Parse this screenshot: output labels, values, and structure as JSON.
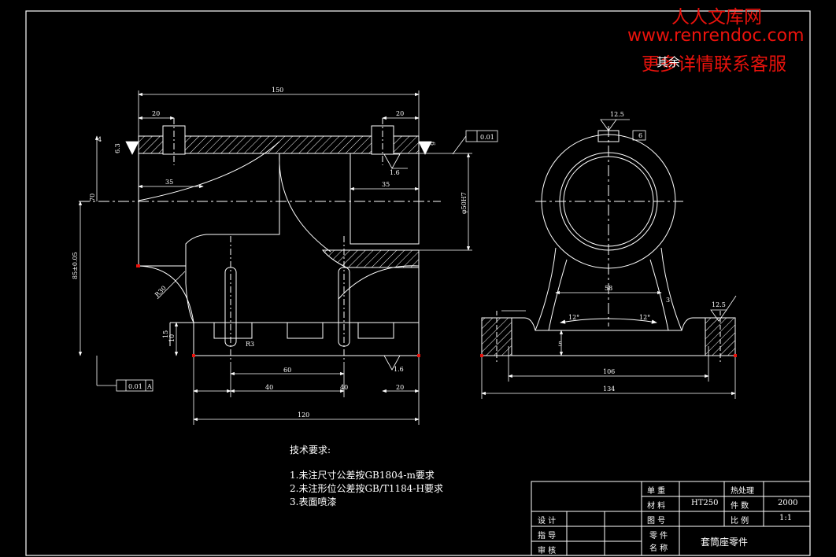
{
  "watermark": {
    "line1": "人人文库网",
    "line2": "www.renrendoc.com",
    "line3": "更多详情联系客服"
  },
  "surface_note": "其余",
  "dims": {
    "d150": "150",
    "d20a": "20",
    "d20b": "20",
    "d35a": "35",
    "d35b": "35",
    "d70": "70",
    "phi50": "φ50H7",
    "d85": "85±0.05",
    "d15": "15",
    "d10": "10",
    "d60": "60",
    "d40a": "40",
    "d40b": "40",
    "d20c": "20",
    "d120": "120",
    "r30": "R30",
    "r3": "R3",
    "d6_3": "6.3",
    "d1_6a": "1.6",
    "d1_6b": "1.6",
    "tol_flat": "0.01",
    "tol_par": "0.01",
    "tol_ref": "A",
    "s12_5a": "12.5",
    "s12_5b": "12.5",
    "d58": "58",
    "d106": "106",
    "d134": "134",
    "d5": "5",
    "ang1": "12°",
    "ang2": "12°",
    "d3": "3",
    "d4": "4",
    "d9": "9",
    "d6": "6"
  },
  "tech": {
    "title": "技术要求:",
    "items": [
      "1.未注尺寸公差按GB1804-m要求",
      "2.未注形位公差按GB/T1184-H要求",
      "3.表面喷漆"
    ]
  },
  "title_block": {
    "weight_label": "单  重",
    "heat_label": "热处理",
    "material_label": "材  料",
    "material_value": "HT250",
    "qty_label": "件  数",
    "qty_value": "2000",
    "design_label": "设  计",
    "drawing_no_label": "图  号",
    "scale_label": "比  例",
    "scale_value": "1:1",
    "guide_label": "指  导",
    "part_label_1": "零  件",
    "part_label_2": "名  称",
    "part_name": "套筒座零件",
    "review_label": "审  核"
  }
}
